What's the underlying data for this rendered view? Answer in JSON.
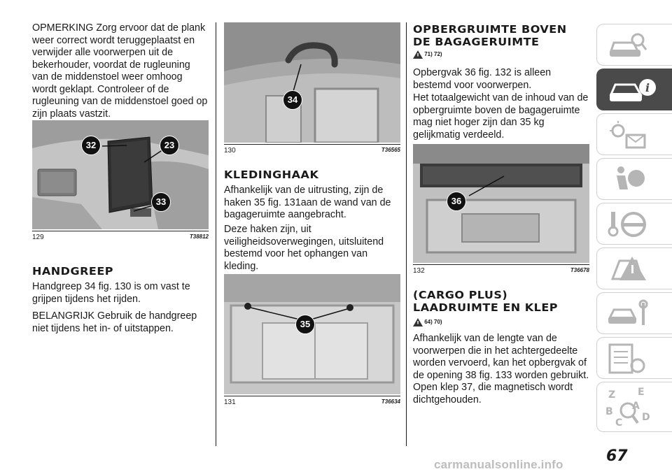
{
  "col1": {
    "intro": "OPMERKING Zorg ervoor dat de plank weer correct wordt teruggeplaatst en verwijder alle voorwerpen uit de bekerhouder, voordat de rugleuning van de middenstoel weer omhoog wordt geklapt. Controleer of de rugleuning van de middenstoel goed op zijn plaats vastzit.",
    "fig": {
      "num": "129",
      "code": "T38812",
      "labels": [
        "32",
        "23",
        "33"
      ]
    },
    "heading": "HANDGREEP",
    "p1": "Handgreep 34 fig. 130 is om vast te grijpen tijdens het rijden.",
    "p2": "BELANGRIJK Gebruik de handgreep niet tijdens het in- of uitstappen."
  },
  "col2": {
    "fig1": {
      "num": "130",
      "code": "T36565",
      "label": "34"
    },
    "heading": "KLEDINGHAAK",
    "p1": "Afhankelijk van de uitrusting, zijn de haken 35 fig. 131aan de wand van de bagageruimte aangebracht.",
    "p2": "Deze haken zijn, uit veiligheidsoverwegingen, uitsluitend bestemd voor het ophangen van kleding.",
    "fig2": {
      "num": "131",
      "code": "T36634",
      "label": "35"
    }
  },
  "col3": {
    "heading1a": "OPBERGRUIMTE BOVEN",
    "heading1b": "DE BAGAGERUIMTE",
    "warn1": "71) 72)",
    "p1": "Opbergvak 36 fig. 132 is alleen bestemd voor voorwerpen.",
    "p2": "Het totaalgewicht van de inhoud van de opbergruimte boven de bagageruimte mag niet hoger zijn dan 35 kg gelijkmatig verdeeld.",
    "fig": {
      "num": "132",
      "code": "T36678",
      "label": "36"
    },
    "heading2a": "(CARGO PLUS)",
    "heading2b": "LAADRUIMTE EN KLEP",
    "warn2": "64) 70)",
    "p3": "Afhankelijk van de lengte van de voorwerpen die in het achtergedeelte worden vervoerd, kan het opbergvak of de opening 38 fig. 133 worden gebruikt. Open klep 37, die magnetisch wordt dichtgehouden."
  },
  "sidebar": {
    "items": [
      "car-search-icon",
      "car-info-icon",
      "lights-message-icon",
      "airbag-icon",
      "key-steering-icon",
      "warning-road-icon",
      "car-wrench-icon",
      "checklist-icon",
      "alphabet-index-icon"
    ],
    "active_index": 1,
    "letters": [
      "Z",
      "E",
      "A",
      "B",
      "C",
      "D"
    ]
  },
  "page_number": "67",
  "footer": "carmanualsonline.info"
}
